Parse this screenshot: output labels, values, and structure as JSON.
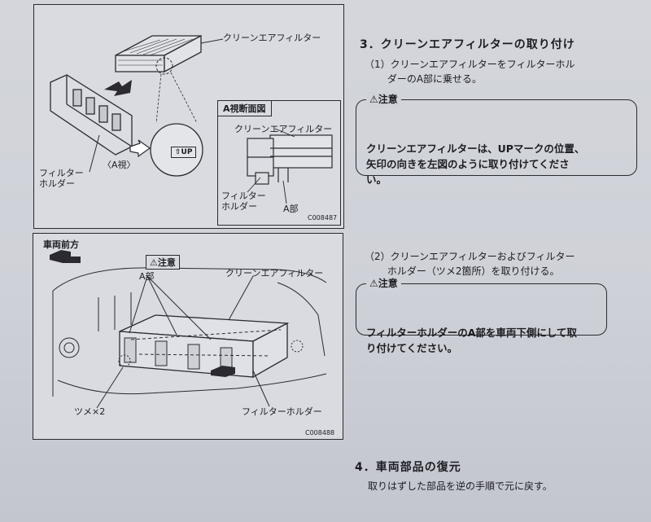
{
  "figure1": {
    "label_filter": "クリーンエアフィルター",
    "label_holder": "フィルター\nホルダー",
    "label_view": "〈A視〉",
    "up_mark": "⇧UP",
    "inset_title": "A視断面図",
    "inset_filter": "クリーンエアフィルター",
    "inset_holder": "フィルター\nホルダー",
    "inset_a": "A部",
    "code": "C008487"
  },
  "figure2": {
    "front_label": "車両前方",
    "caution_tag": "⚠注意",
    "a_part": "A部",
    "filter_label": "クリーンエアフィルター",
    "tabs_label": "ツメ×2",
    "holder_label": "フィルターホルダー",
    "code": "C008488"
  },
  "section3": {
    "heading": "3．クリーンエアフィルターの取り付け",
    "step1": "（1）クリーンエアフィルターをフィルターホル\n　　 ダーのA部に乗せる。",
    "note1_label": "⚠注意",
    "note1_text": "クリーンエアフィルターは、UPマークの位置、\n矢印の向きを左図のように取り付けてくださ\nい。",
    "step2": "（2）クリーンエアフィルターおよびフィルター\n　　 ホルダー（ツメ2箇所）を取り付ける。",
    "note2_label": "⚠注意",
    "note2_text": "フィルターホルダーのA部を車両下側にして取\nり付けてください。"
  },
  "section4": {
    "heading": "4．車両部品の復元",
    "text": "取りはずした部品を逆の手順で元に戻す。"
  }
}
